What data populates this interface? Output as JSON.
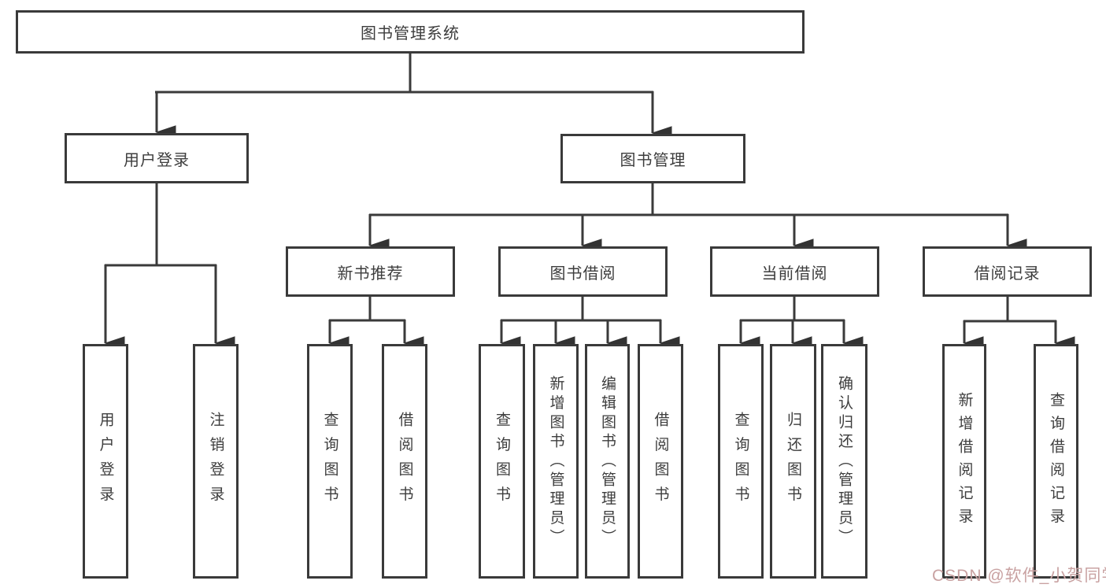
{
  "diagram": {
    "title": "图书管理系统",
    "type": "hierarchy-tree",
    "colors": {
      "line": "#3a3a3a",
      "node_border": "#3a3a3a",
      "node_text": "#3d3d3d",
      "background": "#ffffff",
      "watermark": "#c9a2a2"
    }
  },
  "nodes": {
    "root": {
      "label": "图书管理系统"
    },
    "user_login": {
      "label": "用户登录"
    },
    "book_mgmt": {
      "label": "图书管理"
    },
    "new_book_rec": {
      "label": "新书推荐"
    },
    "book_borrow": {
      "label": "图书借阅"
    },
    "current_borrow": {
      "label": "当前借阅"
    },
    "borrow_records": {
      "label": "借阅记录"
    },
    "leaf_user_login": {
      "label": "用户登录"
    },
    "leaf_logout": {
      "label": "注销登录"
    },
    "leaf_nbr_query": {
      "label": "查询图书"
    },
    "leaf_nbr_borrow": {
      "label": "借阅图书"
    },
    "leaf_bb_query": {
      "label": "查询图书"
    },
    "leaf_bb_add": {
      "label": "新增图书（管理员）"
    },
    "leaf_bb_edit": {
      "label": "编辑图书（管理员）"
    },
    "leaf_bb_borrow": {
      "label": "借阅图书"
    },
    "leaf_cb_query": {
      "label": "查询图书"
    },
    "leaf_cb_return": {
      "label": "归还图书"
    },
    "leaf_cb_confirm": {
      "label": "确认归还（管理员）"
    },
    "leaf_br_add": {
      "label": "新增借阅记录"
    },
    "leaf_br_query": {
      "label": "查询借阅记录"
    }
  },
  "watermark": {
    "text": "CSDN @软件_小贺同学"
  }
}
